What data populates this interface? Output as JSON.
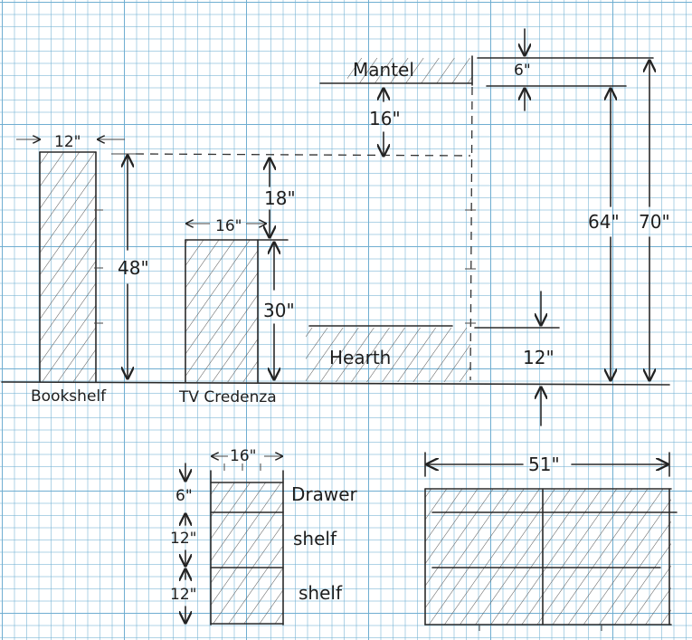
{
  "labels": {
    "mantel": "Mantel",
    "hearth": "Hearth",
    "bookshelf": "Bookshelf",
    "tv_credenza": "TV Credenza",
    "drawer": "Drawer",
    "shelf_1": "shelf",
    "shelf_2": "shelf"
  },
  "dimensions": {
    "bookshelf_width": "12\"",
    "bookshelf_height": "48\"",
    "credenza_width": "16\"",
    "credenza_height": "30\"",
    "credenza_gap_above": "18\"",
    "mantel_thickness": "6\"",
    "mantel_gap": "16\"",
    "hearth_height": "12\"",
    "opening_height_inner": "64\"",
    "opening_height_outer": "70\"",
    "credenza_detail_width": "16\"",
    "drawer_height": "6\"",
    "shelf_1_height": "12\"",
    "shelf_2_height": "12\"",
    "panel_width": "51\""
  },
  "colors": {
    "grid": "#6eafd2",
    "pencil": "#2a2a2a",
    "paper": "#ffffff"
  }
}
